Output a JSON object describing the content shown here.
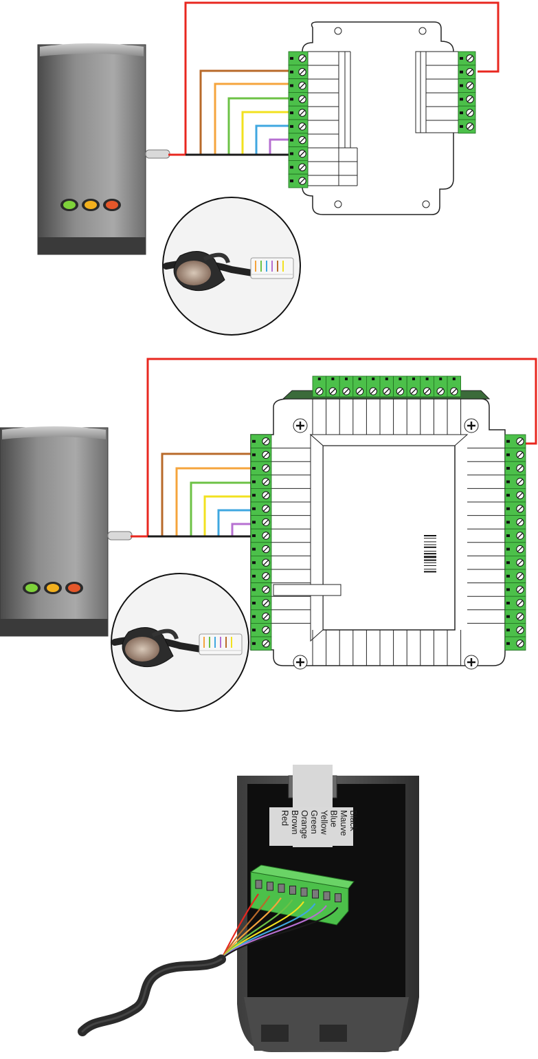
{
  "figure": {
    "panels": [
      {
        "id": "reader-to-small-controller",
        "led_colors": [
          "#7ed23a",
          "#f2b01e",
          "#e4572a"
        ]
      },
      {
        "id": "reader-to-large-controller",
        "led_colors": [
          "#7ed23a",
          "#f2b01e",
          "#e4572a"
        ]
      },
      {
        "id": "reader-back-terminal",
        "terminal_color": "#4cc04a"
      }
    ],
    "wire_colors": {
      "red": "#e8271f",
      "brown": "#b86a2a",
      "orange": "#f5a43c",
      "green": "#6cc245",
      "yellow": "#f2e11f",
      "blue": "#3fa7e0",
      "mauve": "#b66fd1",
      "black": "#1a1a1a"
    },
    "terminal_block_color": "#4cc04a",
    "terminal_labels": [
      "Black",
      "Mauve",
      "Blue",
      "Yellow",
      "Green",
      "Orange",
      "Brown",
      "Red"
    ]
  }
}
